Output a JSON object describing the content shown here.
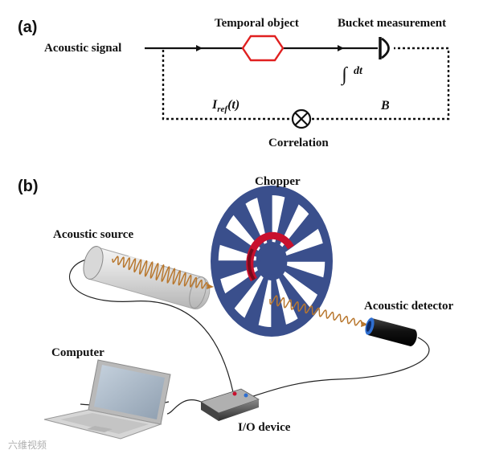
{
  "panel_a": {
    "tag": "(a)",
    "acoustic_signal": "Acoustic signal",
    "temporal_object": "Temporal object",
    "bucket_measurement": "Bucket measurement",
    "integral": "∫",
    "dt": "dt",
    "iref_main": "I",
    "iref_sub": "ref",
    "iref_arg": "(t)",
    "b_label": "B",
    "correlation": "Correlation"
  },
  "panel_b": {
    "tag": "(b)",
    "chopper": "Chopper",
    "acoustic_source": "Acoustic source",
    "acoustic_detector": "Acoustic detector",
    "computer": "Computer",
    "io_device": "I/O device"
  },
  "watermark": "六维视频",
  "colors": {
    "object_outline": "#e02020",
    "chopper_blue": "#3a4f8c",
    "wave_orange": "#b8772e",
    "arc_red": "#c8102e",
    "detector_blue": "#2f6fd0"
  },
  "icons": [
    "hexagon-object-icon",
    "detector-icon",
    "correlation-icon",
    "chopper-wheel-icon",
    "laptop-icon",
    "io-device-icon"
  ]
}
